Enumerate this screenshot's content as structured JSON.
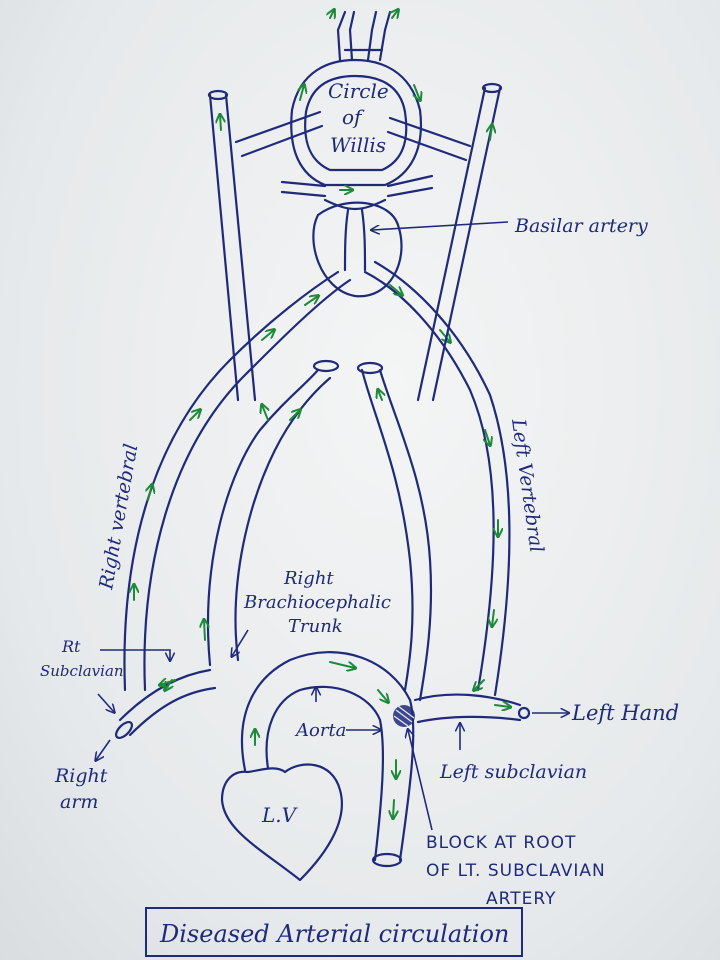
{
  "title": "Diseased Arterial circulation",
  "labels": {
    "circle_of_willis": [
      "Circle",
      "of",
      "Willis"
    ],
    "basilar": "Basilar artery",
    "right_vertebral": "Right vertebral",
    "left_vertebral": "Left Vertebral",
    "right_brachio": [
      "Right",
      "Brachiocephalic",
      "Trunk"
    ],
    "rt_subclavian": [
      "Rt",
      "Subclavian"
    ],
    "right_arm": [
      "Right",
      "arm"
    ],
    "aorta": "Aorta",
    "lv": "L.V",
    "left_hand": "Left Hand",
    "left_subclavian": "Left subclavian",
    "block": [
      "BLOCK AT ROOT",
      "OF LT. SUBCLAVIAN",
      "ARTERY"
    ]
  },
  "colors": {
    "ink": "#1f2a7a",
    "arrow": "#1d8a3a",
    "paper": "#eef0f1"
  }
}
